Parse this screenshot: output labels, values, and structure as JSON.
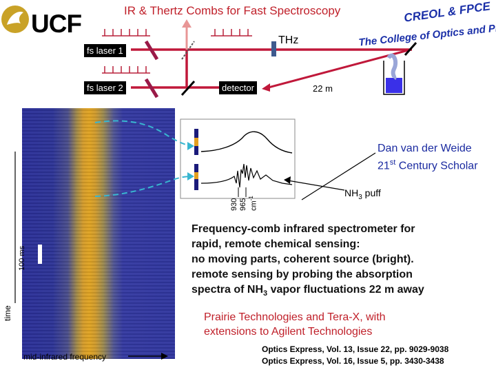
{
  "header": {
    "title": "IR & Thertz Combs for Fast Spectroscopy",
    "university_logo": "UCF",
    "creol_logo": "CREOL & FPCE",
    "college_logo": "The College of Optics and Photonics"
  },
  "setup": {
    "laser1": "fs laser 1",
    "laser2": "fs laser 2",
    "detector": "detector",
    "thz": "THz",
    "distance": "22 m"
  },
  "spectra": {
    "ticks": [
      "930",
      "965"
    ],
    "unit": "cm",
    "unit_sup": "-1"
  },
  "waterfall": {
    "xlabel": "mid-infrared frequency",
    "scale_label": "100 ms",
    "time_label": "time"
  },
  "annotations": {
    "author_line1": "Dan van der Weide",
    "author_line2_a": "21",
    "author_line2_sup": "st",
    "author_line2_b": " Century Scholar",
    "puff_a": "NH",
    "puff_sub": "3",
    "puff_b": " puff"
  },
  "description": {
    "line1": "Frequency-comb infrared spectrometer for",
    "line2": "rapid, remote chemical sensing:",
    "line3": "no moving parts, coherent source (bright).",
    "line4": "remote sensing by probing the absorption",
    "line5a": "spectra of NH",
    "line5sub": "3",
    "line5b": " vapor fluctuations 22 m away"
  },
  "credits": {
    "line1": "Prairie Technologies and Tera-X, with",
    "line2": "extensions to Agilent Technologies"
  },
  "references": {
    "ref1": "Optics Express, Vol. 13, Issue 22, pp. 9029-9038",
    "ref2": "Optics Express, Vol. 16, Issue 5, pp. 3430-3438"
  },
  "colors": {
    "beam": "#c0183a",
    "waterfall_base": "#2b2f9a",
    "waterfall_peak": "#e0a020",
    "arrow_dashed": "#38b6d0",
    "title_red": "#c0202a",
    "author_blue": "#1a2aa0"
  }
}
